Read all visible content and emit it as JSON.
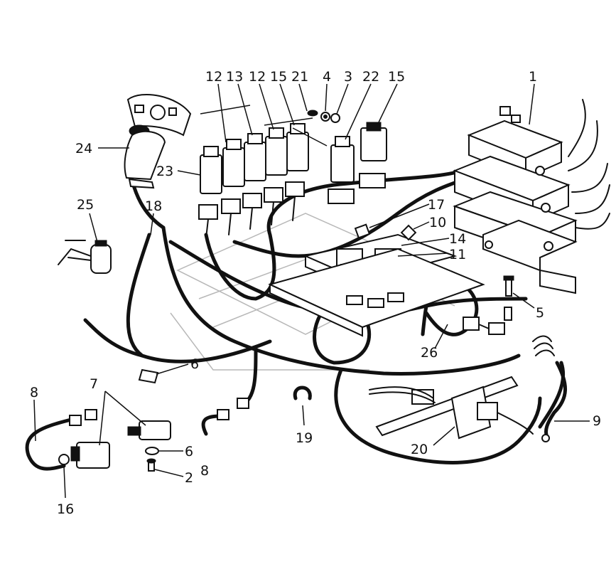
{
  "figure": {
    "callouts": [
      {
        "id": "c-1",
        "text": "1"
      },
      {
        "id": "c-12a",
        "text": "12"
      },
      {
        "id": "c-13",
        "text": "13"
      },
      {
        "id": "c-12b",
        "text": "12"
      },
      {
        "id": "c-15a",
        "text": "15"
      },
      {
        "id": "c-21",
        "text": "21"
      },
      {
        "id": "c-4",
        "text": "4"
      },
      {
        "id": "c-3",
        "text": "3"
      },
      {
        "id": "c-22",
        "text": "22"
      },
      {
        "id": "c-15b",
        "text": "15"
      },
      {
        "id": "c-24",
        "text": "24"
      },
      {
        "id": "c-23",
        "text": "23"
      },
      {
        "id": "c-25",
        "text": "25"
      },
      {
        "id": "c-18",
        "text": "18"
      },
      {
        "id": "c-17",
        "text": "17"
      },
      {
        "id": "c-10",
        "text": "10"
      },
      {
        "id": "c-14",
        "text": "14"
      },
      {
        "id": "c-11",
        "text": "11"
      },
      {
        "id": "c-5",
        "text": "5"
      },
      {
        "id": "c-26",
        "text": "26"
      },
      {
        "id": "c-6a",
        "text": "6"
      },
      {
        "id": "c-7",
        "text": "7"
      },
      {
        "id": "c-8a",
        "text": "8"
      },
      {
        "id": "c-9",
        "text": "9"
      },
      {
        "id": "c-19",
        "text": "19"
      },
      {
        "id": "c-20",
        "text": "20"
      },
      {
        "id": "c-6b",
        "text": "6"
      },
      {
        "id": "c-8b",
        "text": "8"
      },
      {
        "id": "c-2",
        "text": "2"
      },
      {
        "id": "c-16",
        "text": "16"
      }
    ]
  }
}
